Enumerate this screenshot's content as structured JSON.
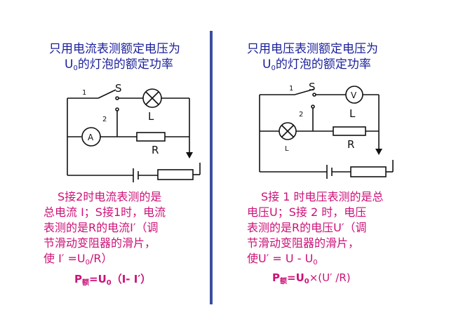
{
  "left": {
    "title_line1": "只用电流表测额定电压为",
    "title_line2_U": "U",
    "title_line2_sub": "0",
    "title_line2_rest": "的灯泡的额定功率",
    "labels": {
      "pos1": "1",
      "pos2": "2",
      "switch": "S",
      "lamp": "L",
      "resistor": "R",
      "ammeter": "A"
    },
    "desc_line1": "S接2时电流表测的是",
    "desc_line2": "总电流 I；S接1时，电流",
    "desc_line3": "表测的是R的电流I′（调",
    "desc_line4": "节滑动变阻器的滑片，",
    "desc_line5_pre": "使 I′ =U",
    "desc_line5_sub": "0",
    "desc_line5_post": "/R）",
    "formula_P": "P",
    "formula_sub": "额",
    "formula_eq": "=U",
    "formula_U_sub": "0",
    "formula_rest": "（I- I′）"
  },
  "right": {
    "title_line1": "只用电压表测额定电压为",
    "title_line2_U": "U",
    "title_line2_sub": "0",
    "title_line2_rest": "的灯泡的额定功率",
    "labels": {
      "pos1": "1",
      "pos2": "2",
      "switch": "S",
      "lamp_top": "L",
      "lamp_left": "L",
      "resistor": "R",
      "voltmeter": "V"
    },
    "desc_line1": "S接 1 时电压表测的是总",
    "desc_line2": "电压U；S接 2 时，电压",
    "desc_line3": "表测的是R的电压U′（调",
    "desc_line4": "节滑动变阻器的滑片，",
    "desc_line5_pre": "使U′ = U - U",
    "desc_line5_sub": "0",
    "formula_P": "P",
    "formula_sub": "额",
    "formula_eq": "=U",
    "formula_U_sub": "0",
    "formula_rest": "×(U′ /R)"
  },
  "colors": {
    "title": "#1a1f9a",
    "text": "#cc1177",
    "divider": "#3a4fa0",
    "wire": "#111111"
  }
}
